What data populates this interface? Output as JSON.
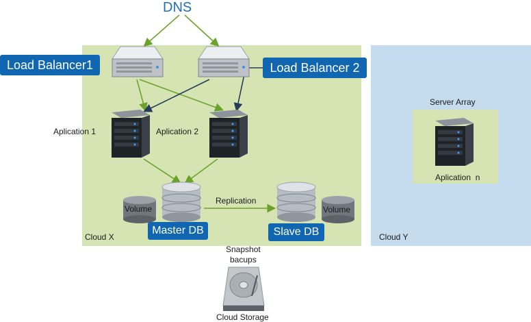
{
  "dns": "DNS",
  "load_balancers": [
    "Load Balancer1",
    "Load Balancer 2"
  ],
  "applications": [
    "Aplication 1",
    "Aplication 2"
  ],
  "server_array": {
    "title": "Server Array",
    "item": "Aplication  n"
  },
  "databases": {
    "master": "Master DB",
    "slave": "Slave DB",
    "replication": "Replication"
  },
  "volumes": [
    "Volume",
    "Volume"
  ],
  "clouds": {
    "x": "Cloud X",
    "y": "Cloud Y"
  },
  "storage": {
    "snapshot_line1": "Snapshot",
    "snapshot_line2": "bacups",
    "name": "Cloud Storage"
  },
  "colors": {
    "cloud_x": "#d6e4b4",
    "cloud_y": "#c5dcef",
    "badge": "#1066b1",
    "arrow_green": "#6aa32c",
    "arrow_dark": "#253d57",
    "dns_text": "#1f6fb8"
  },
  "icons": [
    "rack-server-icon",
    "tower-server-icon",
    "database-icon",
    "volume-cylinder-icon",
    "hard-drive-icon"
  ]
}
